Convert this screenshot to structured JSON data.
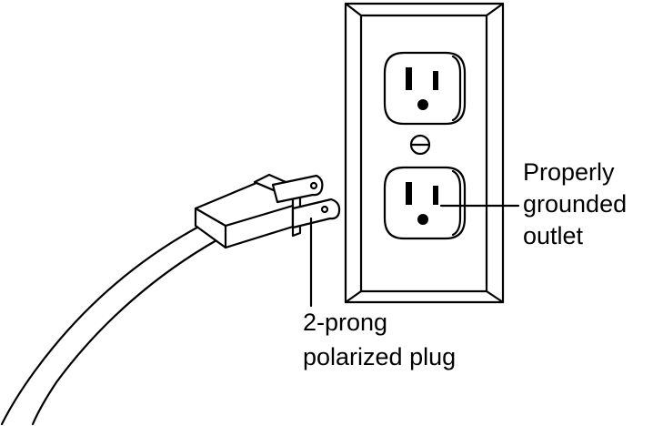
{
  "labels": {
    "outlet": [
      "Properly",
      "grounded",
      "outlet"
    ],
    "plug": [
      "2-prong",
      "polarized plug"
    ]
  },
  "colors": {
    "ink": "#000000",
    "background": "#ffffff"
  }
}
